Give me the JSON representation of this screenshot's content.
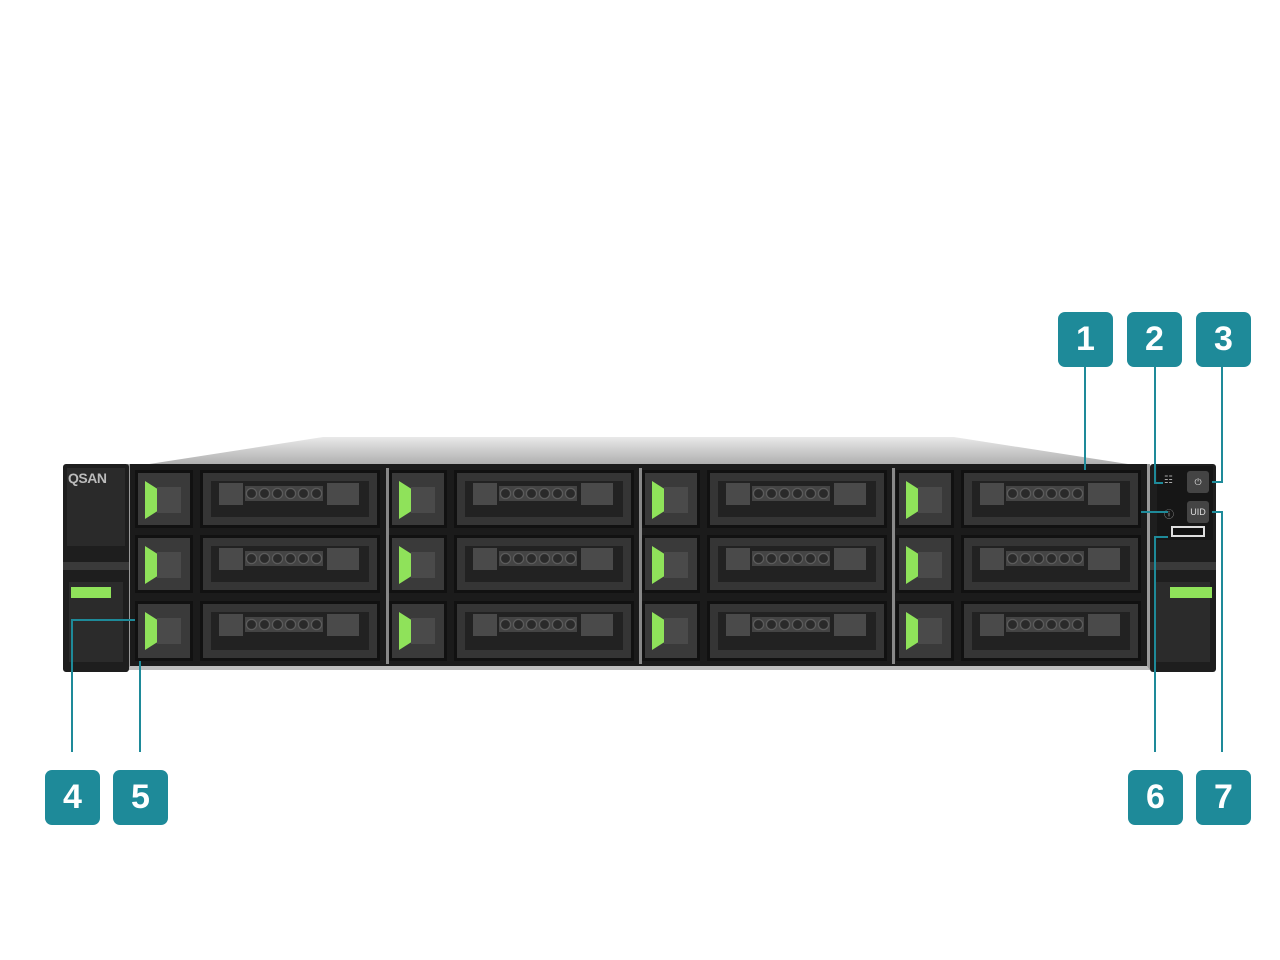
{
  "device": {
    "brand": "QSAN",
    "uid_button_label": "UID",
    "bay_rows": 3,
    "bay_columns": 4
  },
  "callouts": [
    "1",
    "2",
    "3",
    "4",
    "5",
    "6",
    "7"
  ],
  "colors": {
    "callout": "#1e8a99",
    "led_green": "#8fe25a",
    "chassis": "#1b1b1b"
  }
}
